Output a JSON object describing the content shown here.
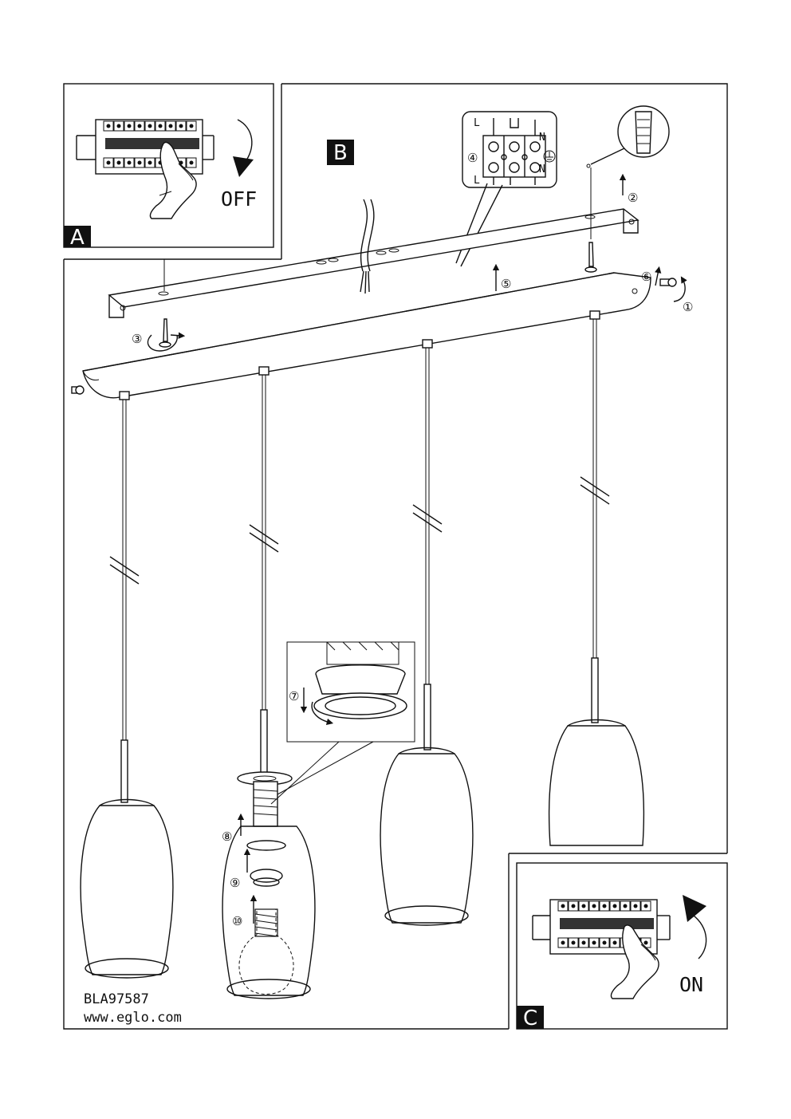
{
  "panels": {
    "a": {
      "label": "A",
      "action": "OFF"
    },
    "b": {
      "label": "B"
    },
    "c": {
      "label": "C",
      "action": "ON"
    }
  },
  "steps": [
    "①",
    "②",
    "③",
    "④",
    "⑤",
    "⑥",
    "⑦",
    "⑧",
    "⑨",
    "⑩"
  ],
  "terminal_labels": {
    "live": "L",
    "neutral": "N"
  },
  "product": {
    "code": "BLA97587",
    "website": "www.eglo.com"
  }
}
